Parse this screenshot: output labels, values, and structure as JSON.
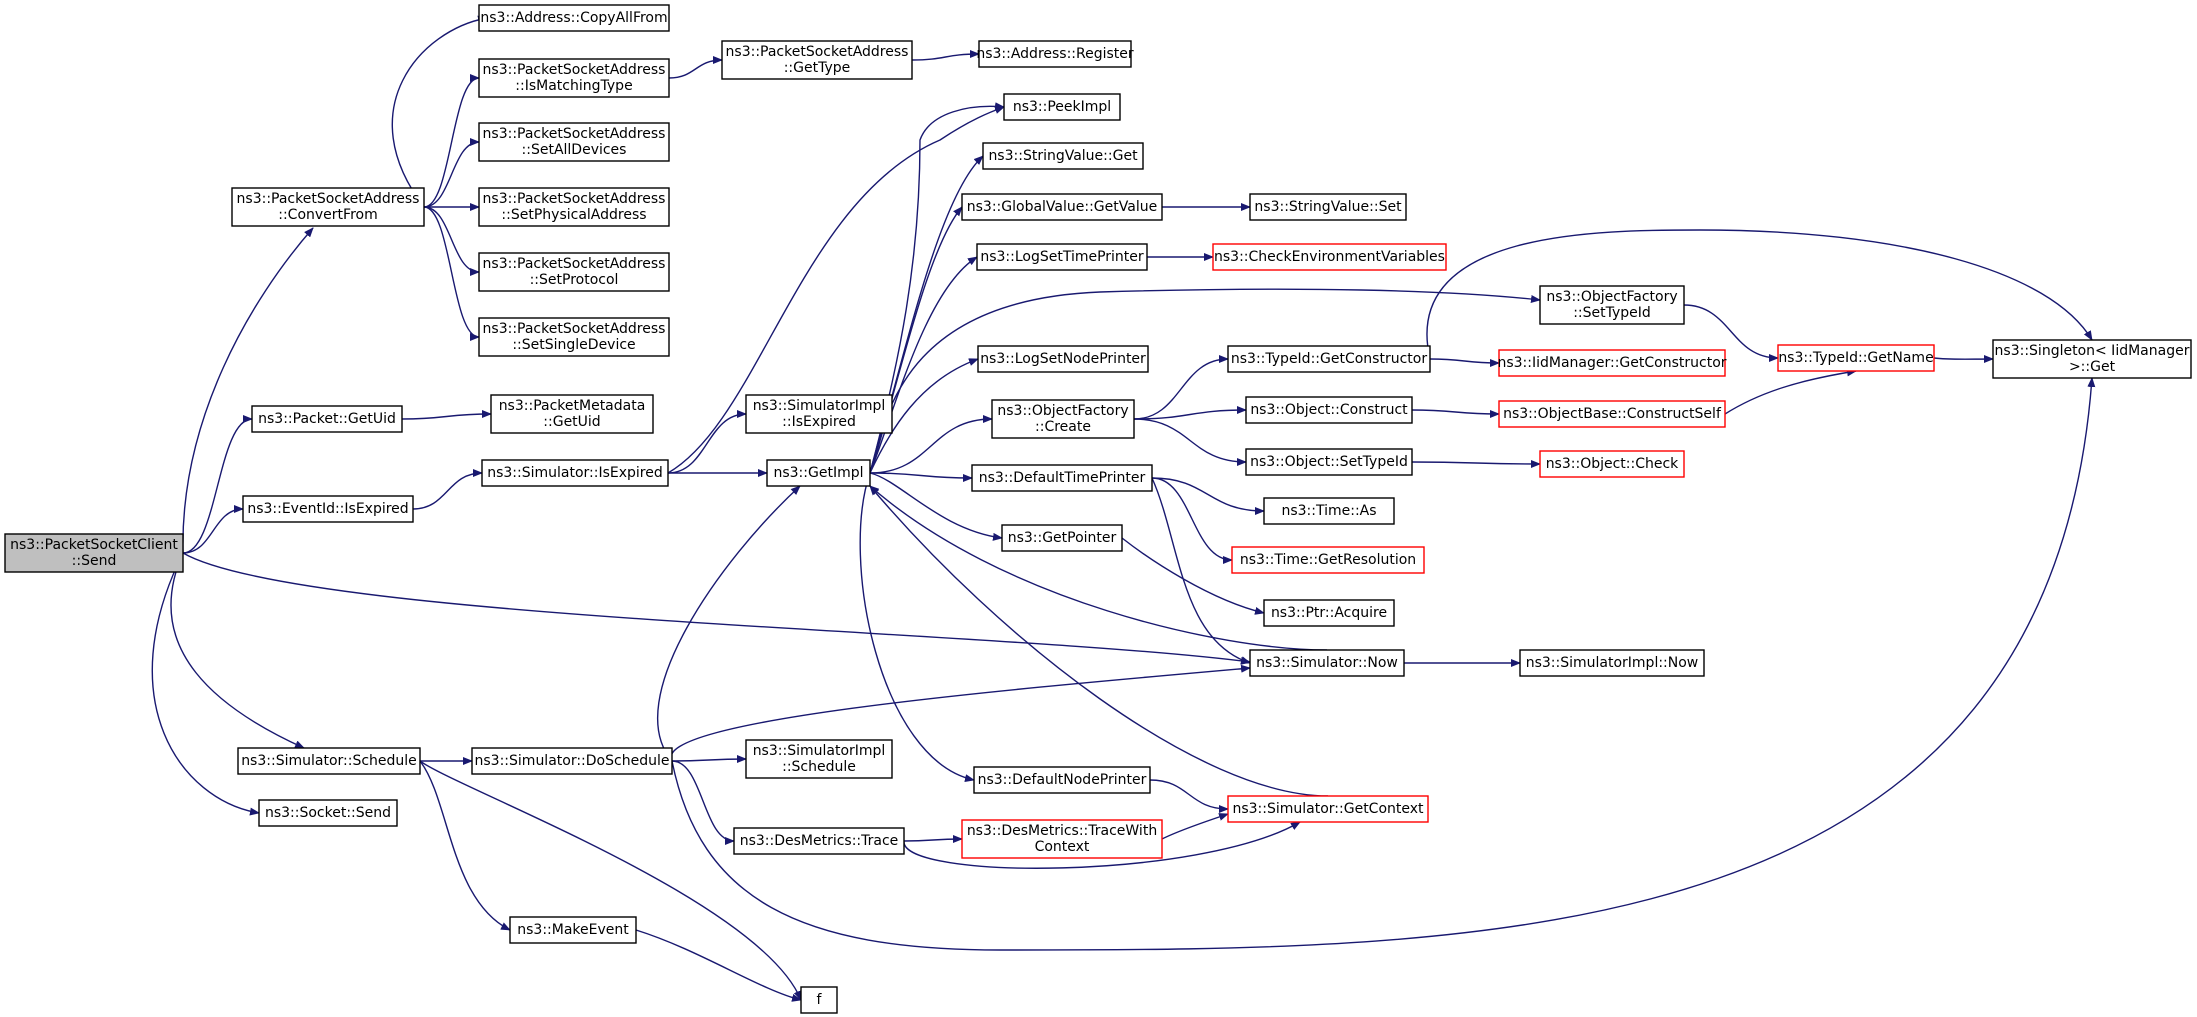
{
  "nodes": [
    {
      "id": "send",
      "lines": [
        "ns3::PacketSocketClient",
        "::Send"
      ],
      "root": true
    },
    {
      "id": "convertfrom",
      "lines": [
        "ns3::PacketSocketAddress",
        "::ConvertFrom"
      ]
    },
    {
      "id": "copyallfrom",
      "lines": [
        "ns3::Address::CopyAllFrom"
      ]
    },
    {
      "id": "ismatchingtype",
      "lines": [
        "ns3::PacketSocketAddress",
        "::IsMatchingType"
      ]
    },
    {
      "id": "setalldevices",
      "lines": [
        "ns3::PacketSocketAddress",
        "::SetAllDevices"
      ]
    },
    {
      "id": "setphysicaladdress",
      "lines": [
        "ns3::PacketSocketAddress",
        "::SetPhysicalAddress"
      ]
    },
    {
      "id": "setprotocol",
      "lines": [
        "ns3::PacketSocketAddress",
        "::SetProtocol"
      ]
    },
    {
      "id": "setsingledevice",
      "lines": [
        "ns3::PacketSocketAddress",
        "::SetSingleDevice"
      ]
    },
    {
      "id": "psagettype",
      "lines": [
        "ns3::PacketSocketAddress",
        "::GetType"
      ]
    },
    {
      "id": "addressregister",
      "lines": [
        "ns3::Address::Register"
      ]
    },
    {
      "id": "packetgetuid",
      "lines": [
        "ns3::Packet::GetUid"
      ]
    },
    {
      "id": "metadatagetuid",
      "lines": [
        "ns3::PacketMetadata",
        "::GetUid"
      ]
    },
    {
      "id": "eventidisexpired",
      "lines": [
        "ns3::EventId::IsExpired"
      ]
    },
    {
      "id": "simisexpired",
      "lines": [
        "ns3::Simulator::IsExpired"
      ]
    },
    {
      "id": "simimplisexpired",
      "lines": [
        "ns3::SimulatorImpl",
        "::IsExpired"
      ]
    },
    {
      "id": "getimpl",
      "lines": [
        "ns3::GetImpl"
      ]
    },
    {
      "id": "peekimpl",
      "lines": [
        "ns3::PeekImpl"
      ]
    },
    {
      "id": "stringvalueget",
      "lines": [
        "ns3::StringValue::Get"
      ]
    },
    {
      "id": "globalvaluegetvalue",
      "lines": [
        "ns3::GlobalValue::GetValue"
      ]
    },
    {
      "id": "stringvalueset",
      "lines": [
        "ns3::StringValue::Set"
      ]
    },
    {
      "id": "logsettimeprinter",
      "lines": [
        "ns3::LogSetTimePrinter"
      ]
    },
    {
      "id": "checkenv",
      "lines": [
        "ns3::CheckEnvironmentVariables"
      ],
      "truncated": true
    },
    {
      "id": "objfactorysettypeid",
      "lines": [
        "ns3::ObjectFactory",
        "::SetTypeId"
      ]
    },
    {
      "id": "typeidgetconstructor",
      "lines": [
        "ns3::TypeId::GetConstructor"
      ]
    },
    {
      "id": "iidmanagergetconstructor",
      "lines": [
        "ns3::IidManager::GetConstructor"
      ],
      "truncated": true
    },
    {
      "id": "typeidgetname",
      "lines": [
        "ns3::TypeId::GetName"
      ],
      "truncated": true
    },
    {
      "id": "singletonget",
      "lines": [
        "ns3::Singleton< IidManager",
        " >::Get"
      ]
    },
    {
      "id": "logsetnodeprinter",
      "lines": [
        "ns3::LogSetNodePrinter"
      ]
    },
    {
      "id": "objfactorycreate",
      "lines": [
        "ns3::ObjectFactory",
        "::Create"
      ]
    },
    {
      "id": "objectconstruct",
      "lines": [
        "ns3::Object::Construct"
      ]
    },
    {
      "id": "objectbaseconstructself",
      "lines": [
        "ns3::ObjectBase::ConstructSelf"
      ],
      "truncated": true
    },
    {
      "id": "objectsettypeid",
      "lines": [
        "ns3::Object::SetTypeId"
      ]
    },
    {
      "id": "objectcheck",
      "lines": [
        "ns3::Object::Check"
      ],
      "truncated": true
    },
    {
      "id": "defaulttimeprinter",
      "lines": [
        "ns3::DefaultTimePrinter"
      ]
    },
    {
      "id": "timeas",
      "lines": [
        "ns3::Time::As"
      ]
    },
    {
      "id": "timegetresolution",
      "lines": [
        "ns3::Time::GetResolution"
      ],
      "truncated": true
    },
    {
      "id": "getpointer",
      "lines": [
        "ns3::GetPointer"
      ]
    },
    {
      "id": "ptracquire",
      "lines": [
        "ns3::Ptr::Acquire"
      ]
    },
    {
      "id": "simnow",
      "lines": [
        "ns3::Simulator::Now"
      ]
    },
    {
      "id": "simimplnow",
      "lines": [
        "ns3::SimulatorImpl::Now"
      ]
    },
    {
      "id": "simschedule",
      "lines": [
        "ns3::Simulator::Schedule"
      ]
    },
    {
      "id": "simdoschedule",
      "lines": [
        "ns3::Simulator::DoSchedule"
      ]
    },
    {
      "id": "simimplschedule",
      "lines": [
        "ns3::SimulatorImpl",
        "::Schedule"
      ]
    },
    {
      "id": "defaultnodeprinter",
      "lines": [
        "ns3::DefaultNodePrinter"
      ]
    },
    {
      "id": "simgetcontext",
      "lines": [
        "ns3::Simulator::GetContext"
      ],
      "truncated": true
    },
    {
      "id": "desmetricstrace",
      "lines": [
        "ns3::DesMetrics::Trace"
      ]
    },
    {
      "id": "desmetricstracewithcontext",
      "lines": [
        "ns3::DesMetrics::TraceWith",
        "Context"
      ],
      "truncated": true
    },
    {
      "id": "socketsend",
      "lines": [
        "ns3::Socket::Send"
      ]
    },
    {
      "id": "makeevent",
      "lines": [
        "ns3::MakeEvent"
      ]
    },
    {
      "id": "f",
      "lines": [
        "f"
      ]
    }
  ],
  "edges": [
    [
      "send",
      "convertfrom"
    ],
    [
      "send",
      "packetgetuid"
    ],
    [
      "send",
      "eventidisexpired"
    ],
    [
      "send",
      "simnow"
    ],
    [
      "send",
      "simschedule"
    ],
    [
      "send",
      "socketsend"
    ],
    [
      "convertfrom",
      "copyallfrom"
    ],
    [
      "convertfrom",
      "ismatchingtype"
    ],
    [
      "convertfrom",
      "setalldevices"
    ],
    [
      "convertfrom",
      "setphysicaladdress"
    ],
    [
      "convertfrom",
      "setprotocol"
    ],
    [
      "convertfrom",
      "setsingledevice"
    ],
    [
      "ismatchingtype",
      "psagettype"
    ],
    [
      "psagettype",
      "addressregister"
    ],
    [
      "packetgetuid",
      "metadatagetuid"
    ],
    [
      "eventidisexpired",
      "simisexpired"
    ],
    [
      "simisexpired",
      "simimplisexpired"
    ],
    [
      "simisexpired",
      "getimpl"
    ],
    [
      "simisexpired",
      "peekimpl"
    ],
    [
      "getimpl",
      "peekimpl"
    ],
    [
      "getimpl",
      "stringvalueget"
    ],
    [
      "getimpl",
      "globalvaluegetvalue"
    ],
    [
      "getimpl",
      "logsettimeprinter"
    ],
    [
      "getimpl",
      "objfactorysettypeid"
    ],
    [
      "getimpl",
      "logsetnodeprinter"
    ],
    [
      "getimpl",
      "objfactorycreate"
    ],
    [
      "getimpl",
      "defaulttimeprinter"
    ],
    [
      "getimpl",
      "getpointer"
    ],
    [
      "getimpl",
      "defaultnodeprinter"
    ],
    [
      "globalvaluegetvalue",
      "stringvalueset"
    ],
    [
      "logsettimeprinter",
      "checkenv"
    ],
    [
      "objfactorysettypeid",
      "typeidgetname"
    ],
    [
      "typeidgetconstructor",
      "iidmanagergetconstructor"
    ],
    [
      "typeidgetconstructor",
      "singletonget"
    ],
    [
      "typeidgetname",
      "singletonget"
    ],
    [
      "objfactorycreate",
      "typeidgetconstructor"
    ],
    [
      "objfactorycreate",
      "objectconstruct"
    ],
    [
      "objfactorycreate",
      "objectsettypeid"
    ],
    [
      "objectconstruct",
      "objectbaseconstructself"
    ],
    [
      "objectbaseconstructself",
      "typeidgetname"
    ],
    [
      "objectsettypeid",
      "objectcheck"
    ],
    [
      "defaulttimeprinter",
      "timeas"
    ],
    [
      "defaulttimeprinter",
      "timegetresolution"
    ],
    [
      "defaulttimeprinter",
      "simnow"
    ],
    [
      "getpointer",
      "ptracquire"
    ],
    [
      "simnow",
      "getimpl"
    ],
    [
      "simnow",
      "simimplnow"
    ],
    [
      "simschedule",
      "simdoschedule"
    ],
    [
      "simschedule",
      "makeevent"
    ],
    [
      "simschedule",
      "f"
    ],
    [
      "simdoschedule",
      "getimpl"
    ],
    [
      "simdoschedule",
      "simnow"
    ],
    [
      "simdoschedule",
      "simimplschedule"
    ],
    [
      "simdoschedule",
      "desmetricstrace"
    ],
    [
      "simdoschedule",
      "singletonget"
    ],
    [
      "defaultnodeprinter",
      "simgetcontext"
    ],
    [
      "simgetcontext",
      "getimpl"
    ],
    [
      "desmetricstrace",
      "desmetricstracewithcontext"
    ],
    [
      "desmetricstrace",
      "simgetcontext"
    ],
    [
      "desmetricstracewithcontext",
      "simgetcontext"
    ],
    [
      "makeevent",
      "f"
    ]
  ]
}
